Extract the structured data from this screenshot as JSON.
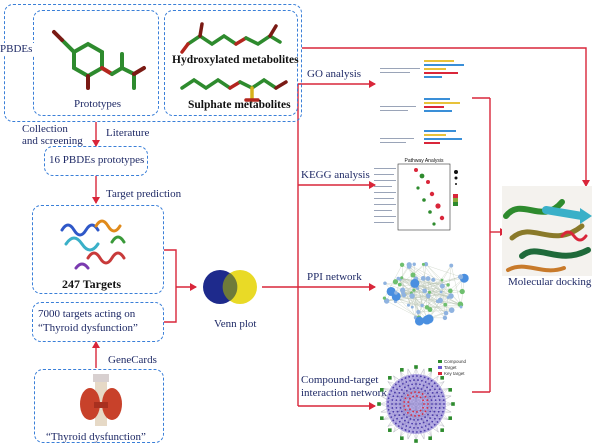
{
  "diagram": {
    "pbdes_label": "PBDEs",
    "prototypes_label": "Prototypes",
    "hydroxylated_label": "Hydroxylated metabolites",
    "sulphate_label": "Sulphate metabolites",
    "collection_label_line1": "Collection",
    "collection_label_line2": "and screening",
    "literature_label": "Literature",
    "prototypes_count_label": "16 PBDEs prototypes",
    "target_prediction_label": "Target prediction",
    "targets_label": "247 Targets",
    "targets_thyroid_line1": "7000 targets acting on",
    "targets_thyroid_line2": "“Thyroid dysfunction”",
    "genecards_label": "GeneCards",
    "thyroid_dysfunction_label": "“Thyroid dysfunction”",
    "venn_label": "Venn plot",
    "go_label": "GO analysis",
    "kegg_label": "KEGG analysis",
    "kegg_chart_title": "Pathway Analysis",
    "ppi_label": "PPI network",
    "compound_target_line1": "Compound-target",
    "compound_target_line2": "interaction network",
    "molecular_docking_label": "Molecular docking",
    "network_legend": [
      "Compound",
      "Target",
      "Key target"
    ]
  },
  "colors": {
    "dashed_border": "#3a7fd8",
    "arrow": "#d9263a",
    "text": "#1f2a66",
    "venn_left": "#1e2a8c",
    "venn_right": "#e8d81a"
  }
}
